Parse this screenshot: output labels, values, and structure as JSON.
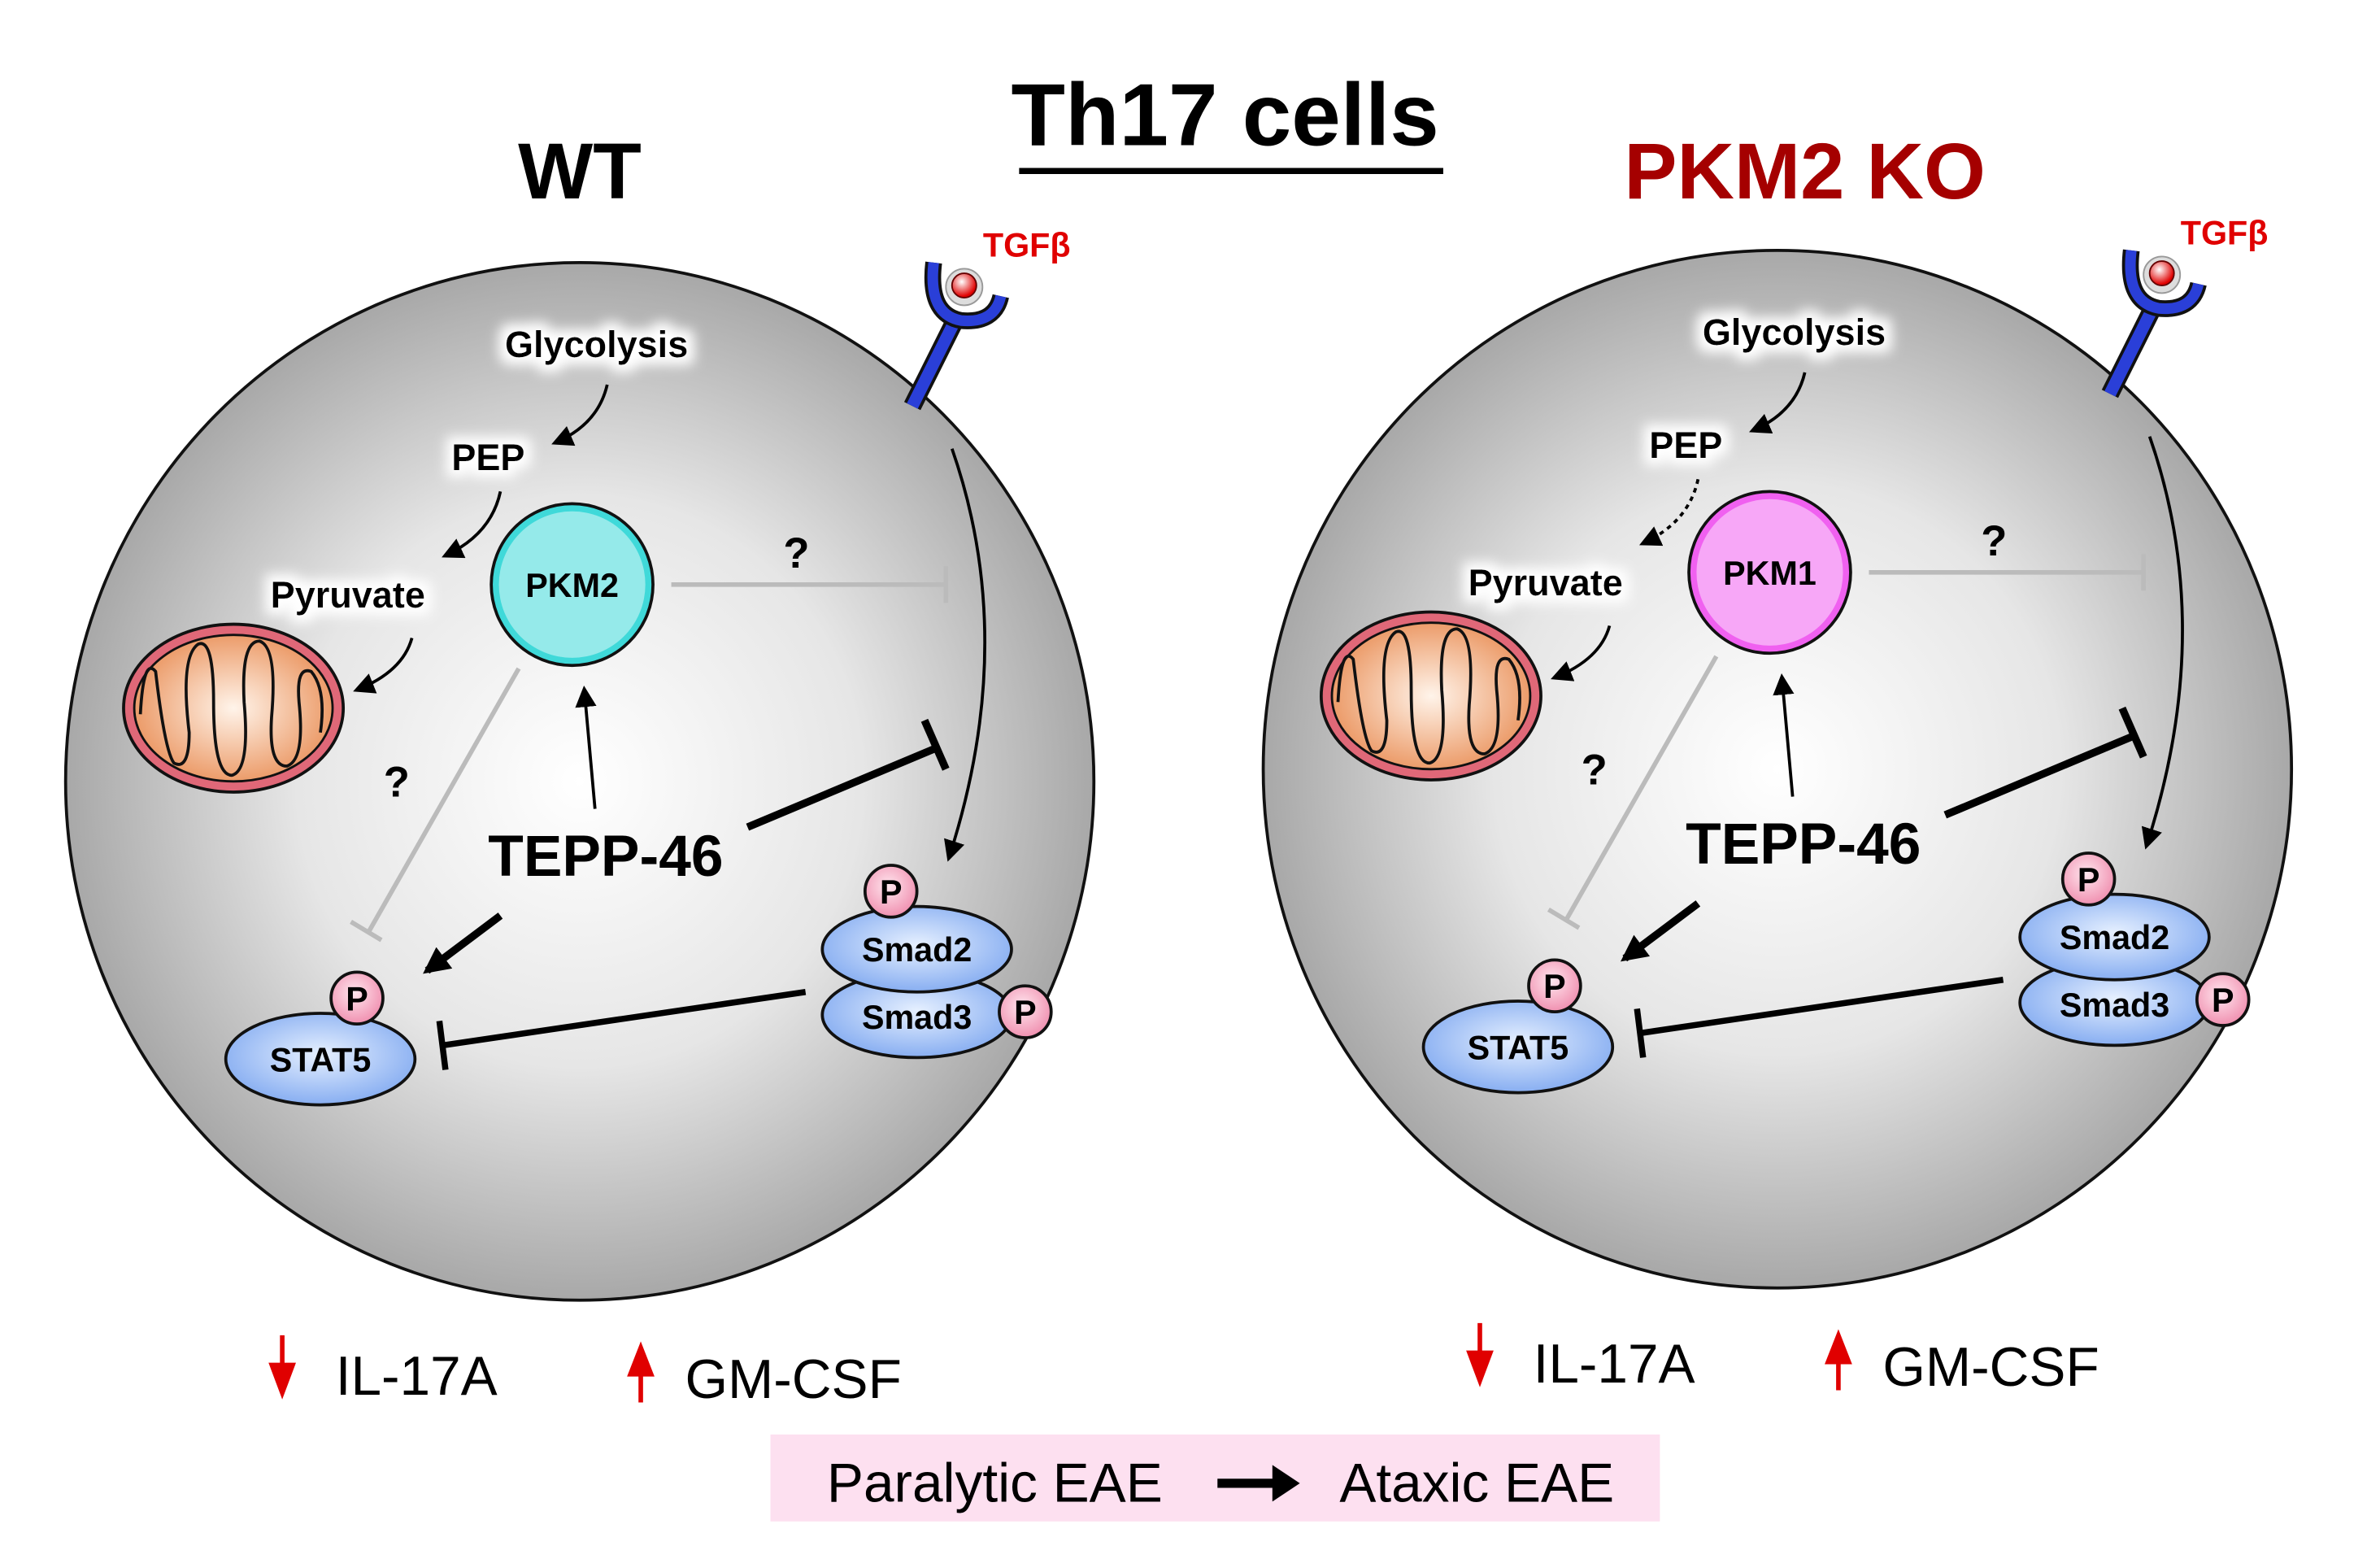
{
  "title": "Th17 cells",
  "panels": [
    {
      "heading": "WT",
      "heading_color": "#000000",
      "ligand": "TGFβ",
      "glycolysis": "Glycolysis",
      "pep": "PEP",
      "pyruvate": "Pyruvate",
      "enzyme": "PKM2",
      "enzyme_color": "#3fd9d9",
      "pep_arrow_style": "solid",
      "question_1": "?",
      "question_2": "?",
      "drug": "TEPP-46",
      "smad2": "Smad2",
      "smad3": "Smad3",
      "stat5": "STAT5",
      "phospho": "P",
      "il17": "IL-17A",
      "gmcsf": "GM-CSF"
    },
    {
      "heading": "PKM2 KO",
      "heading_color": "#a50000",
      "ligand": "TGFβ",
      "glycolysis": "Glycolysis",
      "pep": "PEP",
      "pyruvate": "Pyruvate",
      "enzyme": "PKM1",
      "enzyme_color": "#f060f0",
      "pep_arrow_style": "dotted",
      "question_1": "?",
      "question_2": "?",
      "drug": "TEPP-46",
      "smad2": "Smad2",
      "smad3": "Smad3",
      "stat5": "STAT5",
      "phospho": "P",
      "il17": "IL-17A",
      "gmcsf": "GM-CSF"
    }
  ],
  "outcome": {
    "from": "Paralytic EAE",
    "to": "Ataxic EAE"
  },
  "colors": {
    "red": "#e00000",
    "outcome_bg": "#fde0f0",
    "receptor": "#2a3fd8"
  }
}
